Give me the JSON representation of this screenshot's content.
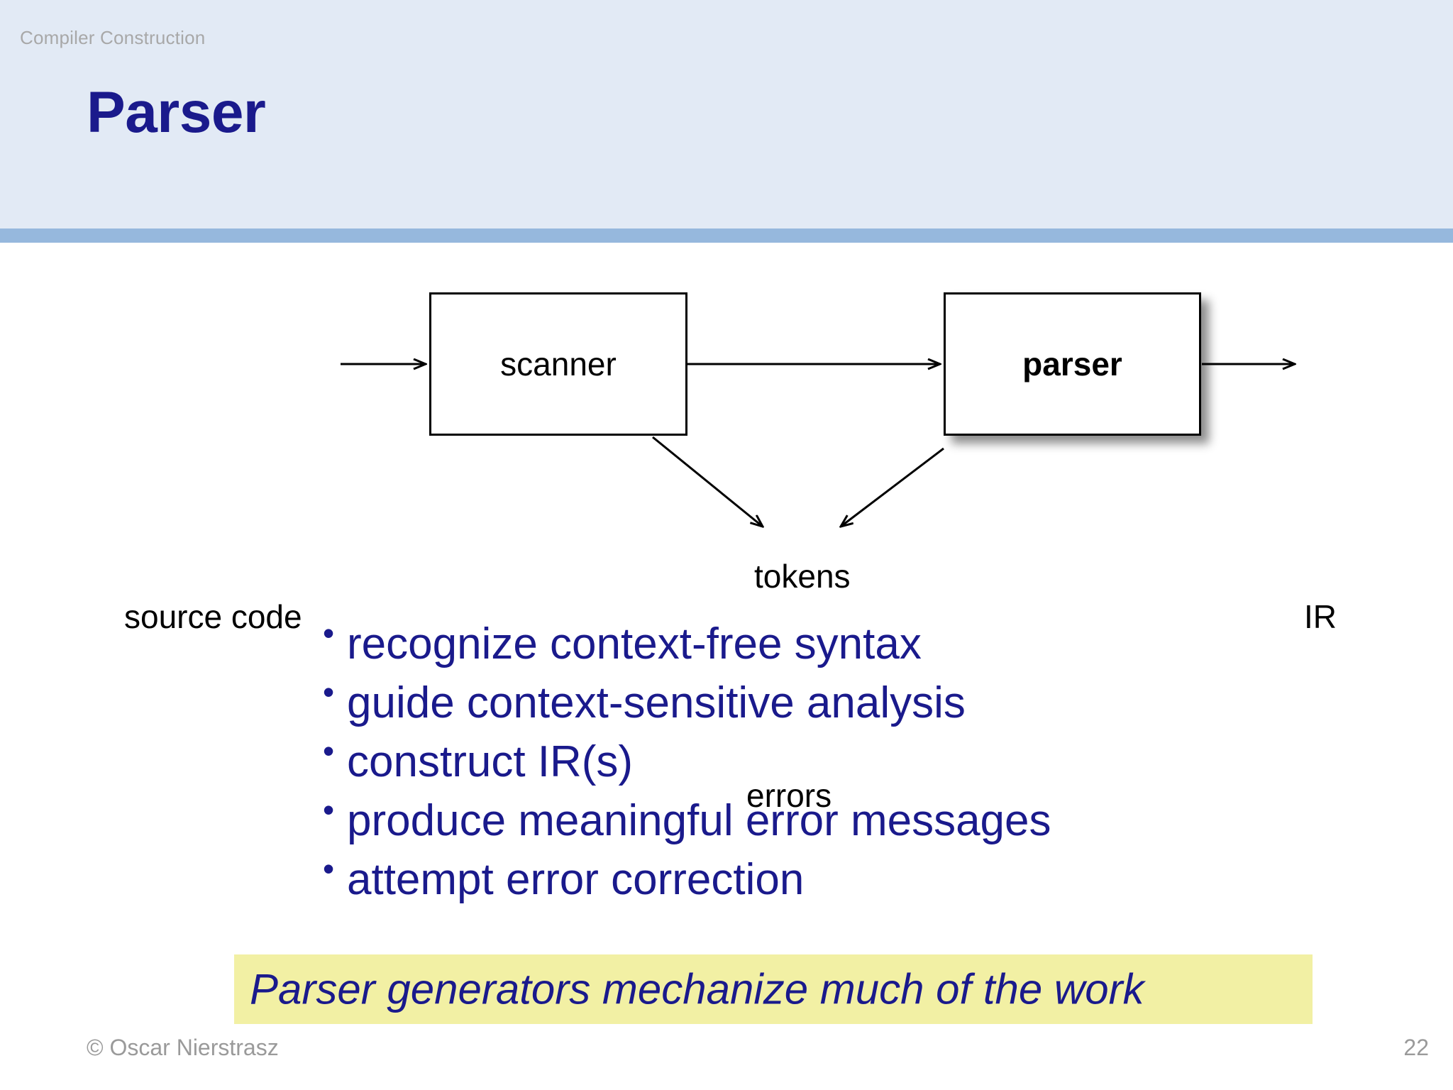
{
  "header": {
    "course_label": "Compiler Construction",
    "title": "Parser"
  },
  "diagram": {
    "boxes": [
      {
        "id": "scanner",
        "label": "scanner",
        "bold": false
      },
      {
        "id": "parser",
        "label": "parser",
        "bold": true
      }
    ],
    "labels": {
      "source_code": "source code",
      "tokens": "tokens",
      "ir": "IR",
      "errors": "errors"
    }
  },
  "bullets": {
    "marker": "•",
    "items": [
      "recognize context-free syntax",
      "guide context-sensitive analysis",
      "construct IR(s)",
      "produce meaningful error messages",
      "attempt error correction"
    ]
  },
  "highlight": {
    "text": "Parser generators mechanize much of the work"
  },
  "footer": {
    "copyright": "© Oscar Nierstrasz",
    "page_number": "22"
  },
  "colors": {
    "header_band": "#e2eaf5",
    "header_rule": "#96b8dd",
    "title_blue": "#1a1a8c",
    "highlight_yellow": "#f2f0a4",
    "footer_gray": "#9a9a9a",
    "course_label_gray": "#a8a8a8"
  }
}
